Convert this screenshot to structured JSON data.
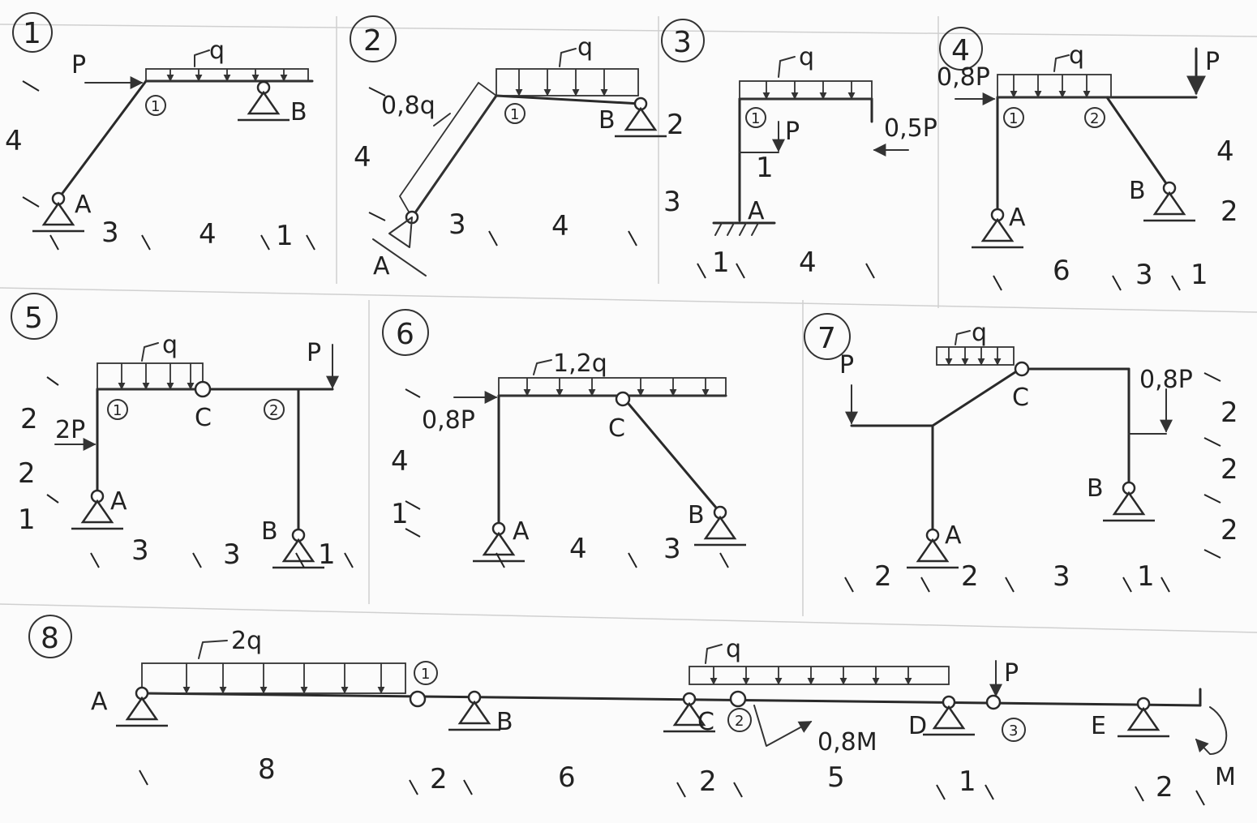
{
  "problems": [
    {
      "number": "1",
      "loads": {
        "q": "q",
        "p": "P"
      },
      "supports": {
        "a": "A",
        "b": "B"
      },
      "nodes": [
        "1"
      ],
      "dims": {
        "h": "4",
        "w1": "3",
        "w2": "4",
        "w3": "1"
      }
    },
    {
      "number": "2",
      "loads": {
        "q": "q",
        "q_incl": "0,8q"
      },
      "supports": {
        "a": "A",
        "b": "B"
      },
      "nodes": [
        "1"
      ],
      "dims": {
        "h": "4",
        "h_right": "2",
        "w1": "3",
        "w2": "4"
      }
    },
    {
      "number": "3",
      "loads": {
        "q": "q",
        "p": "P",
        "p_right": "0,5P"
      },
      "supports": {
        "a": "A"
      },
      "nodes": [
        "1"
      ],
      "dims": {
        "h1": "1",
        "h2": "3",
        "w1": "1",
        "w2": "4"
      }
    },
    {
      "number": "4",
      "loads": {
        "q": "q",
        "p_left": "0,8P",
        "p": "P"
      },
      "supports": {
        "a": "A",
        "b": "B"
      },
      "nodes": [
        "1",
        "2"
      ],
      "dims": {
        "h1": "4",
        "h2": "2",
        "w1": "6",
        "w2": "3",
        "w3": "1"
      }
    },
    {
      "number": "5",
      "loads": {
        "q": "q",
        "p": "P",
        "p_left": "2P"
      },
      "supports": {
        "a": "A",
        "b": "B"
      },
      "hinge": "C",
      "nodes": [
        "1",
        "2"
      ],
      "dims": {
        "h1": "2",
        "h2": "2",
        "h3": "1",
        "w1": "3",
        "w2": "3",
        "w3": "1"
      }
    },
    {
      "number": "6",
      "loads": {
        "q": "1,2q",
        "p_left": "0,8P"
      },
      "supports": {
        "a": "A",
        "b": "B"
      },
      "hinge": "C",
      "dims": {
        "h1": "4",
        "h2": "1",
        "w1": "4",
        "w2": "3"
      }
    },
    {
      "number": "7",
      "loads": {
        "q": "q",
        "p": "P",
        "p_right": "0,8P"
      },
      "supports": {
        "a": "A",
        "b": "B"
      },
      "hinge": "C",
      "dims": {
        "h1": "2",
        "h2": "2",
        "h3": "2",
        "w1": "2",
        "w2": "2",
        "w3": "3",
        "w4": "1"
      }
    },
    {
      "number": "8",
      "loads": {
        "q_left": "2q",
        "q": "q",
        "p": "P",
        "m_mid": "0,8M",
        "m": "M"
      },
      "supports": {
        "a": "A",
        "b": "B",
        "c": "C",
        "d": "D",
        "e": "E"
      },
      "nodes": [
        "1",
        "2",
        "3"
      ],
      "dims": {
        "s1": "8",
        "s2": "2",
        "s3": "6",
        "s4": "2",
        "s5": "5",
        "s6": "1",
        "s7": "2"
      }
    }
  ]
}
